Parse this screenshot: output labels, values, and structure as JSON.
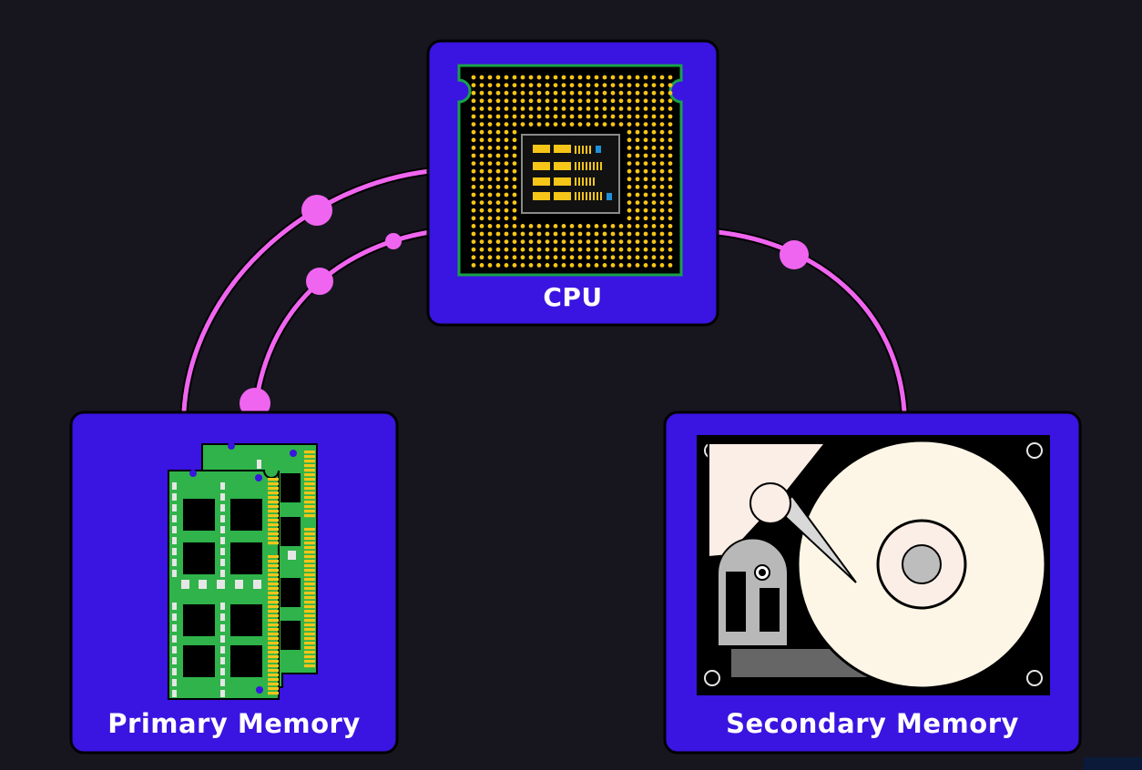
{
  "nodes": {
    "cpu": {
      "label": "CPU",
      "icon": "cpu-chip-icon"
    },
    "primary_memory": {
      "label": "Primary Memory",
      "icon": "ram-module-icon"
    },
    "secondary_memory": {
      "label": "Secondary Memory",
      "icon": "hard-drive-icon"
    }
  },
  "colors": {
    "background": "#17161f",
    "card": "#3a14e0",
    "connector": "#f065f0",
    "chip_pin": "#f5c518",
    "ram_pcb": "#2fb34a",
    "disk_platter": "#fdf6e6"
  }
}
